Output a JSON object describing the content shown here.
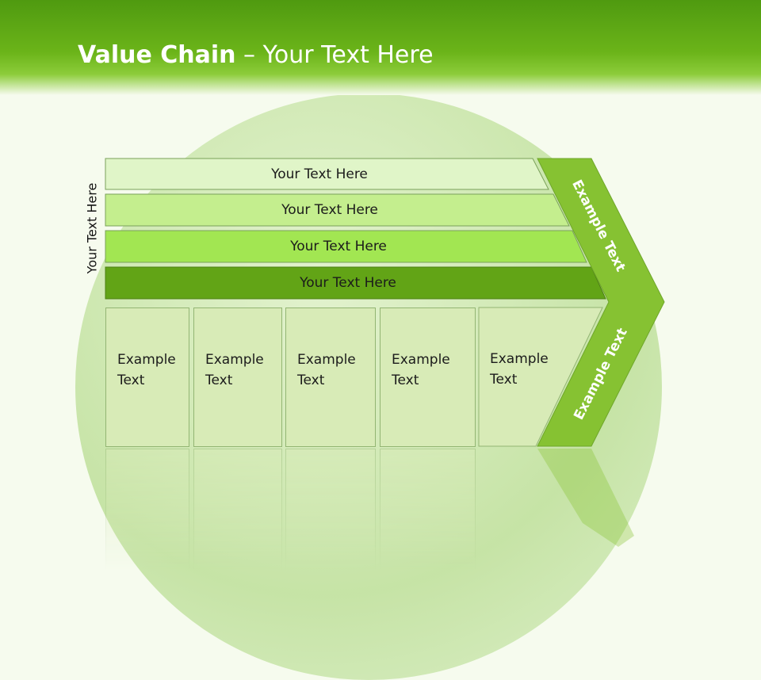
{
  "header": {
    "title_bold": "Value Chain",
    "title_rest": " – Your Text Here"
  },
  "side_label": "Your Text Here",
  "bars": [
    {
      "label": "Your Text Here",
      "color": "#e0f5c8"
    },
    {
      "label": "Your Text Here",
      "color": "#c4ee8e"
    },
    {
      "label": "Your Text Here",
      "color": "#a2e652"
    },
    {
      "label": "Your Text Here",
      "color": "#62a416"
    }
  ],
  "columns": [
    {
      "line1": "Example",
      "line2": "Text"
    },
    {
      "line1": "Example",
      "line2": "Text"
    },
    {
      "line1": "Example",
      "line2": "Text"
    },
    {
      "line1": "Example",
      "line2": "Text"
    },
    {
      "line1": "Example",
      "line2": "Text"
    }
  ],
  "chevron": {
    "upper_label": "Example Text",
    "lower_label": "Example Text",
    "color": "#86c232"
  }
}
